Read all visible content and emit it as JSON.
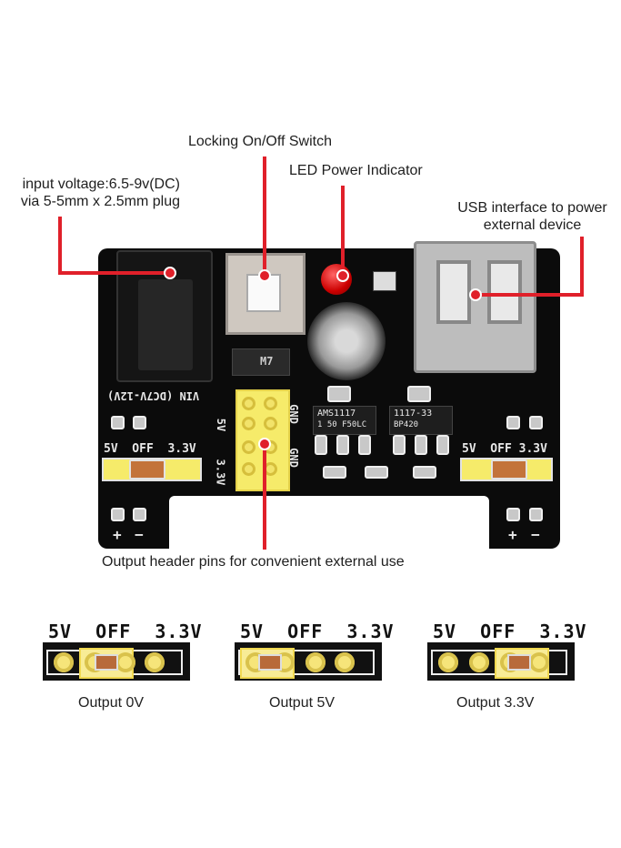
{
  "callouts": {
    "input_voltage_line1": "input voltage:6.5-9v(DC)",
    "input_voltage_line2": "via 5-5mm x 2.5mm plug",
    "switch": "Locking On/Off Switch",
    "led": "LED Power Indicator",
    "usb_line1": "USB interface to power",
    "usb_line2": "external device",
    "header_pins": "Output header pins for convenient external use"
  },
  "board": {
    "vin_label": "VIN (DC7V-12V)",
    "header_left_5v": "5V",
    "header_left_33v": "3.3V",
    "header_gnd1": "GND",
    "header_gnd2": "GND",
    "left_jumper_label": "5V  OFF  3.3V",
    "right_jumper_label": "5V  OFF 3.3V",
    "plus": "+",
    "minus": "−",
    "regulator1_line1": "AMS1117",
    "regulator1_line2": "1 50 F50LC",
    "regulator2_line1": "1117-33",
    "regulator2_line2": "BP420",
    "m7": "M7"
  },
  "outputs": [
    {
      "label": "5V  OFF  3.3V",
      "caption": "Output 0V"
    },
    {
      "label": "5V  OFF  3.3V",
      "caption": "Output 5V"
    },
    {
      "label": "5V  OFF  3.3V",
      "caption": "Output 3.3V"
    }
  ],
  "colors": {
    "callout_red": "#e0202a",
    "board_black": "#0b0b0b",
    "pin_yellow": "#f2e36a"
  }
}
